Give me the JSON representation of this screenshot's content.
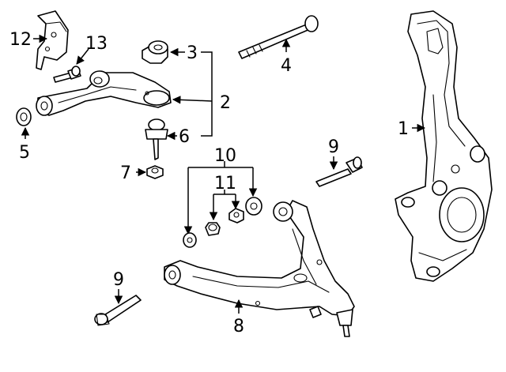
{
  "diagram": {
    "callouts": {
      "c1": "1",
      "c2": "2",
      "c3": "3",
      "c4": "4",
      "c5": "5",
      "c6": "6",
      "c7": "7",
      "c8": "8",
      "c9a": "9",
      "c9b": "9",
      "c10": "10",
      "c11": "11",
      "c12": "12",
      "c13": "13"
    }
  }
}
